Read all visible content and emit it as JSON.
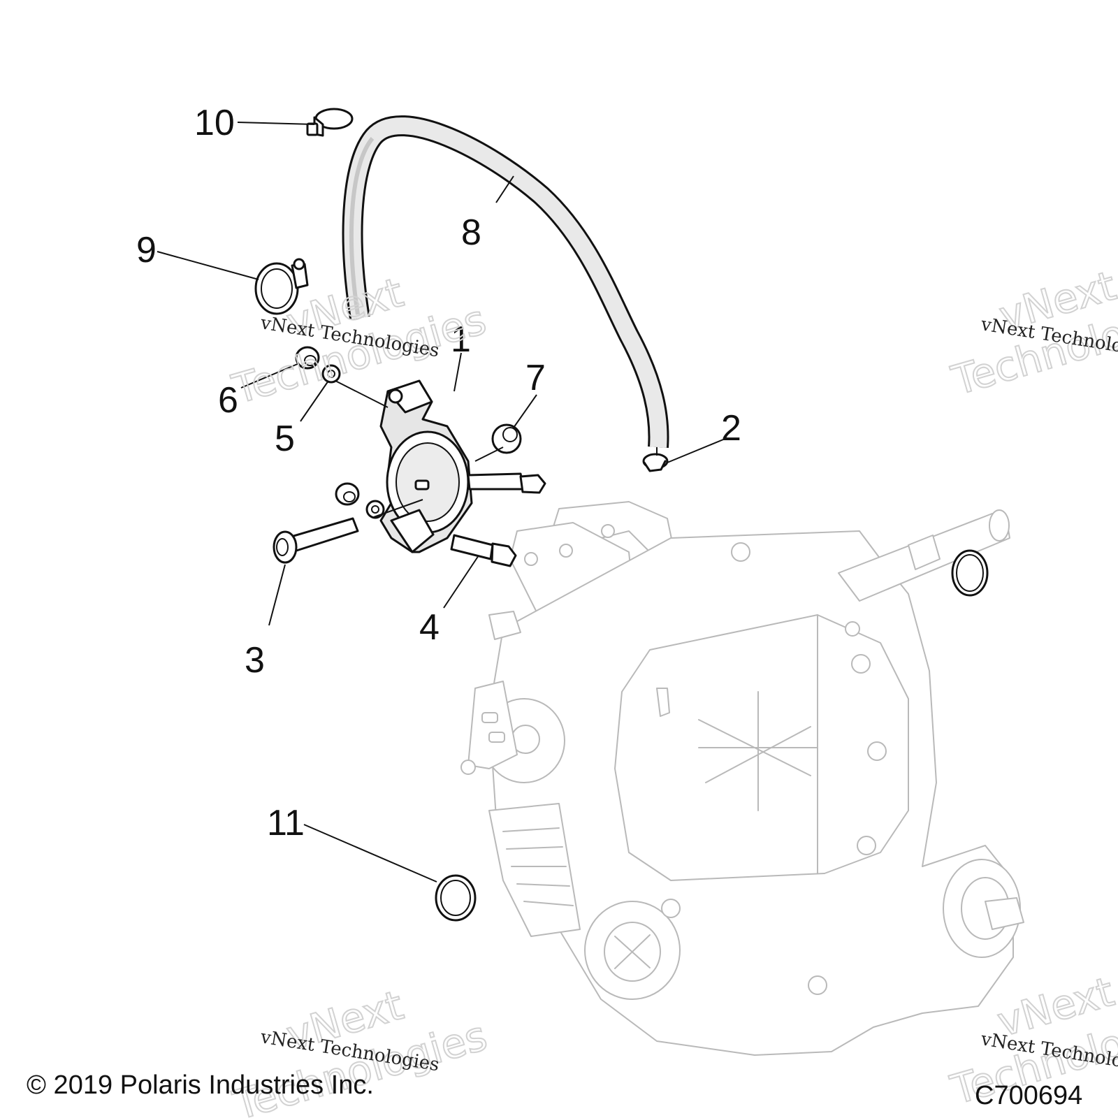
{
  "callouts": [
    {
      "number": "1",
      "part": "part-1-cover"
    },
    {
      "number": "2",
      "part": "part-2-clamp"
    },
    {
      "number": "3",
      "part": "part-3-bolt"
    },
    {
      "number": "4",
      "part": "part-4-bolt"
    },
    {
      "number": "5",
      "part": "part-5-washer"
    },
    {
      "number": "6",
      "part": "part-6-nut"
    },
    {
      "number": "7",
      "part": "part-7-nut"
    },
    {
      "number": "8",
      "part": "part-8-hose"
    },
    {
      "number": "9",
      "part": "part-9-clamp"
    },
    {
      "number": "10",
      "part": "part-10-clip"
    },
    {
      "number": "11",
      "part": "part-11-oring"
    }
  ],
  "watermark": {
    "small_text": "vNext Technologies",
    "big_line1": "vNext",
    "big_line2": "Technologies"
  },
  "footer": {
    "copyright": "© 2019 Polaris Industries Inc.",
    "figure_code": "C700694"
  }
}
